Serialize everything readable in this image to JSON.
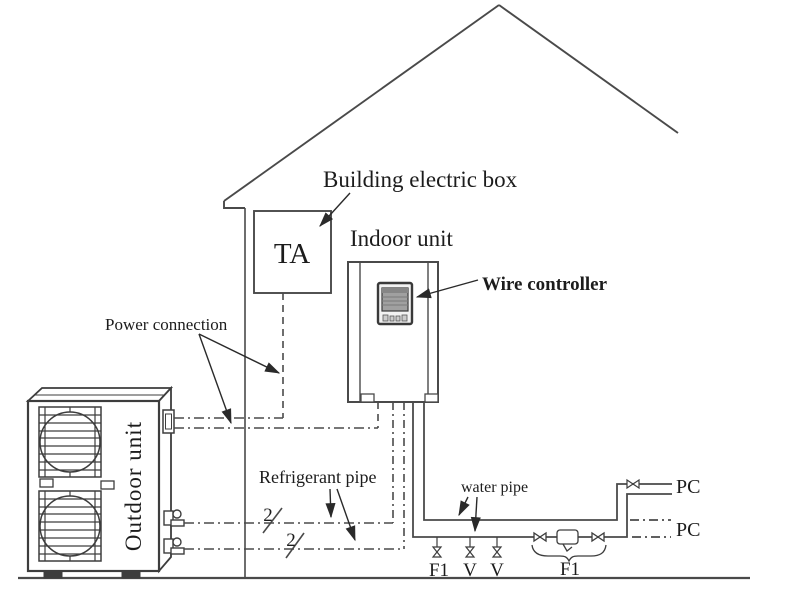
{
  "diagram": {
    "labels": {
      "building_electric_box": "Building electric box",
      "ta_box": "TA",
      "indoor_unit": "Indoor unit",
      "wire_controller": "Wire controller",
      "power_connection": "Power connection",
      "outdoor_unit": "Outdoor unit",
      "refrigerant_pipe": "Refrigerant pipe",
      "water_pipe": "water pipe",
      "refrigerant_count_upper": "2",
      "refrigerant_count_lower": "2",
      "filter_valve_left": "F1",
      "valve_1": "V",
      "valve_2": "V",
      "pump_group": "F1",
      "pc_top": "PC",
      "pc_bottom": "PC"
    },
    "colors": {
      "line": "#4a4a4a",
      "text": "#1c1c1c",
      "controller_display": "#a0a0a0",
      "controller_display_dark": "#868686",
      "background": "#ffffff"
    }
  }
}
